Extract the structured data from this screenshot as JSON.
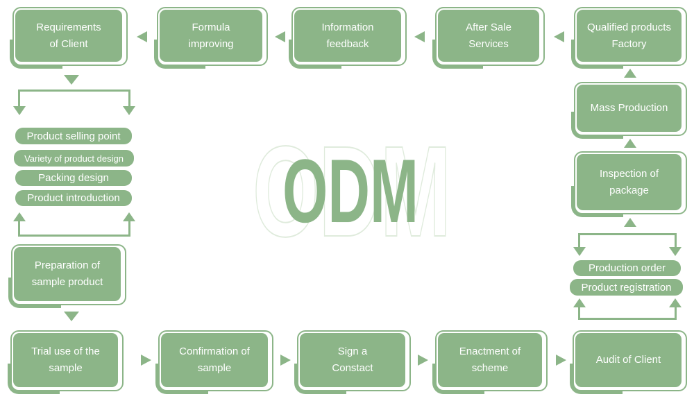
{
  "palette": {
    "green": "#8cb588",
    "ghost_outline": "#dfebdc",
    "label_text": "#ffffff",
    "background": "#ffffff"
  },
  "center": {
    "word": "ODM"
  },
  "nodes": {
    "requirements": [
      "Requirements",
      "of Client"
    ],
    "formula": [
      "Formula",
      "improving"
    ],
    "feedback": [
      "Information",
      "feedback"
    ],
    "after_sale": [
      "After Sale",
      "Services"
    ],
    "qualified": [
      "Qualified products",
      "Factory"
    ],
    "mass_production": [
      "Mass Production"
    ],
    "inspection": [
      "Inspection of",
      "package"
    ],
    "preparation": [
      "Preparation of",
      "sample product"
    ],
    "trial": [
      "Trial use of the",
      "sample"
    ],
    "confirmation": [
      "Confirmation of",
      "sample"
    ],
    "sign": [
      "Sign a",
      "Constact"
    ],
    "enactment": [
      "Enactment of",
      "scheme"
    ],
    "audit": [
      "Audit of Client"
    ]
  },
  "pills": {
    "selling_point": "Product selling point",
    "variety": "Variety of product design",
    "packing": "Packing design",
    "introduction": "Product introduction",
    "production_order": "Production order",
    "product_registration": "Product registration"
  }
}
